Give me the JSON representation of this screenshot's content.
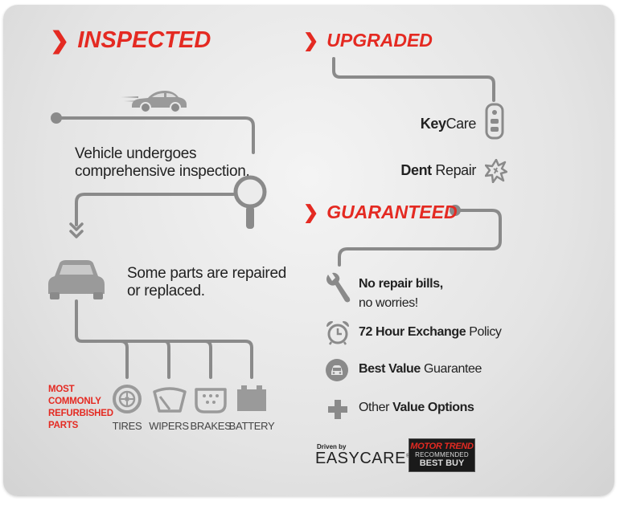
{
  "sections": {
    "inspected": {
      "heading": "INSPECTED",
      "step1": "Vehicle undergoes comprehensive inspection.",
      "step2": "Some parts are repaired or replaced.",
      "parts_caption": [
        "MOST",
        "COMMONLY",
        "REFURBISHED",
        "PARTS"
      ],
      "parts": [
        {
          "label": "TIRES",
          "icon": "tire-icon"
        },
        {
          "label": "WIPERS",
          "icon": "wiper-icon"
        },
        {
          "label": "BRAKES",
          "icon": "brake-pad-icon"
        },
        {
          "label": "BATTERY",
          "icon": "battery-icon"
        }
      ]
    },
    "upgraded": {
      "heading": "UPGRADED",
      "items": [
        {
          "bold": "Key",
          "normal": "Care",
          "icon": "key-fob-icon"
        },
        {
          "bold": "Dent",
          "normal": " Repair",
          "icon": "dent-burst-icon"
        }
      ]
    },
    "guaranteed": {
      "heading": "GUARANTEED",
      "items": [
        {
          "bold": "No repair bills,",
          "normal": "no worries!",
          "icon": "wrench-icon"
        },
        {
          "bold": "72 Hour Exchange",
          "normal": " Policy",
          "icon": "alarm-clock-icon"
        },
        {
          "bold": "Best Value",
          "normal": " Guarantee",
          "icon": "car-circle-icon"
        },
        {
          "pre": "Other ",
          "bold": "Value Options",
          "icon": "plus-icon"
        }
      ]
    }
  },
  "logos": {
    "easycare": {
      "small": "Driven by",
      "main": "EASYCARE"
    },
    "motortrend": {
      "line1": "MOTOR TREND",
      "line2": "RECOMMENDED",
      "line3": "BEST BUY"
    }
  },
  "colors": {
    "accent": "#e42a22",
    "line": "#8a8a8a",
    "icon": "#9a9a9a"
  }
}
